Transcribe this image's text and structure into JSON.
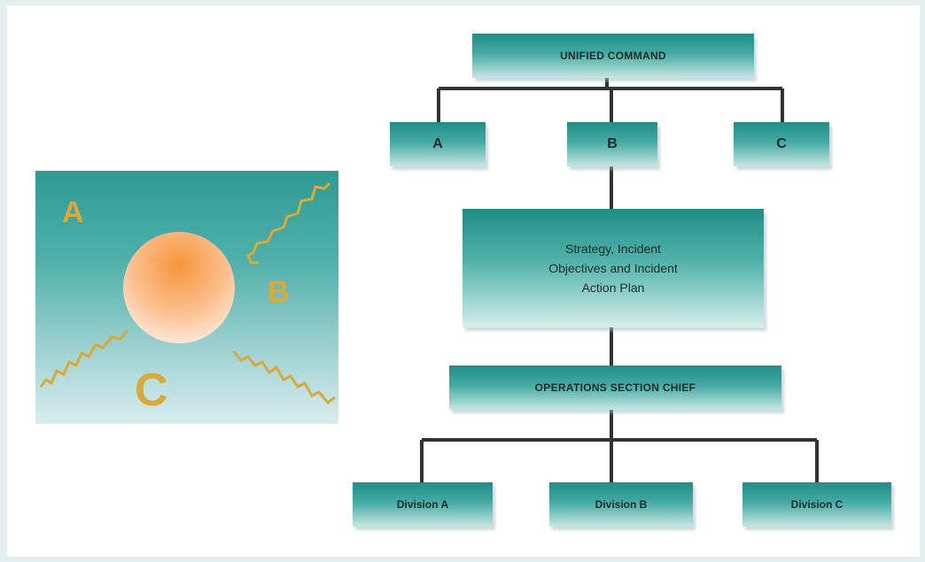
{
  "diagram": {
    "top": "UNIFIED COMMAND",
    "agencies": [
      "A",
      "B",
      "C"
    ],
    "plan_lines": [
      "Strategy, Incident",
      "Objectives and Incident",
      "Action Plan"
    ],
    "operations": "OPERATIONS SECTION CHIEF",
    "divisions": [
      "Division A",
      "Division B",
      "Division C"
    ]
  },
  "illustration": {
    "labels": [
      "A",
      "B",
      "C"
    ]
  },
  "colors": {
    "box_top": "#1f8d86",
    "box_bottom": "#c7e6e4",
    "line": "#333333",
    "sun": "#f7963a",
    "squiggle": "#d9a93a",
    "frame": "#e2eef0"
  }
}
